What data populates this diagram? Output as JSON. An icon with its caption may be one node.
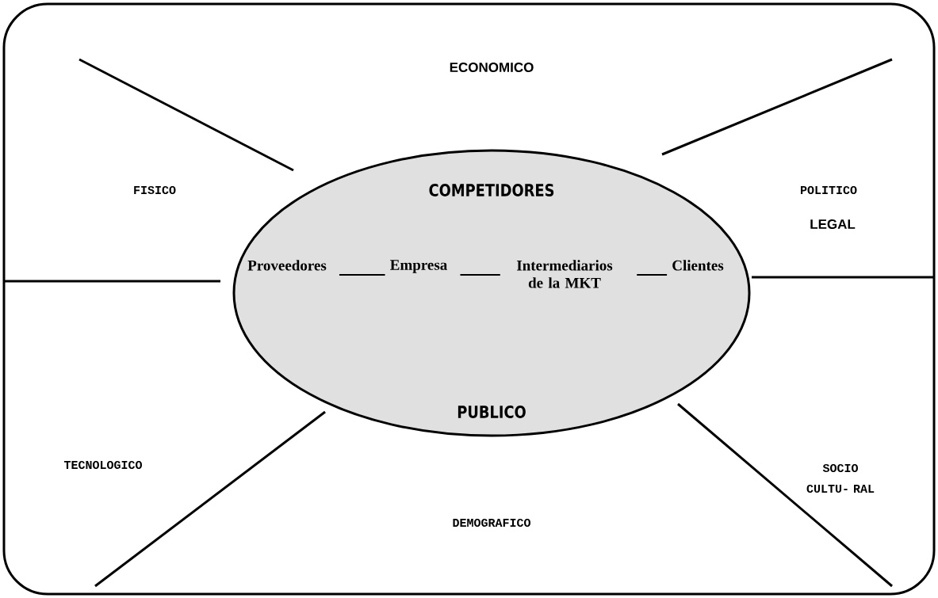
{
  "diagram": {
    "nodes": [
      {
        "text": [
          "COMPETIDORES",
          "PUBLICO"
        ]
      },
      {
        "text": [
          "Proveedores"
        ],
        "in": 0
      },
      {
        "text": [
          "Empresa"
        ],
        "in": 0
      },
      {
        "text": [
          "Intermediarios de la MKT"
        ],
        "in": 0
      },
      {
        "text": [
          "Clientes"
        ],
        "in": 0
      }
    ],
    "edges": [
      {
        "from": 1,
        "to": 2,
        "arrow": "none"
      },
      {
        "from": 2,
        "to": 3,
        "arrow": "none"
      },
      {
        "from": 3,
        "to": 4,
        "arrow": "none"
      }
    ],
    "labels": [
      "ECONOMICO",
      "FISICO",
      "POLITICO",
      "LEGAL",
      "TECNOLOGICO",
      "SOCIO CULTU- RAL",
      "DEMOGRAFICO"
    ]
  }
}
